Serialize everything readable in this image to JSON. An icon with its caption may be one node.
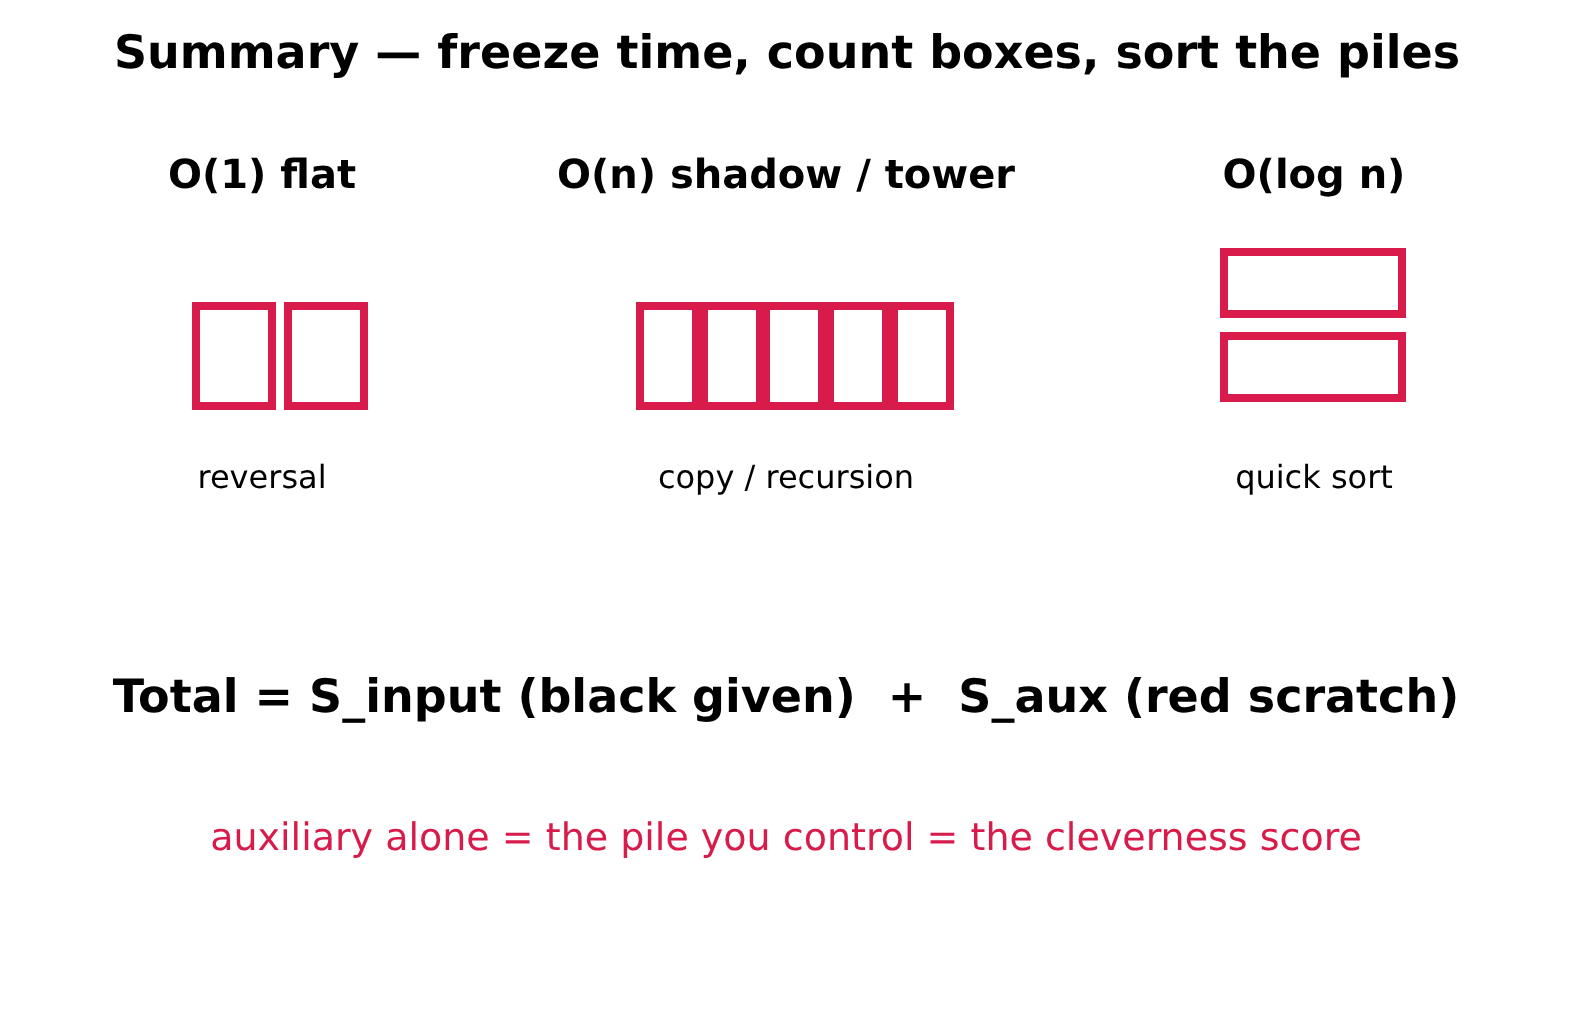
{
  "diagram": {
    "title": "Summary — freeze time, count boxes, sort the piles",
    "nodes": [
      {
        "text": [],
        "shape": "box"
      },
      {
        "text": [],
        "shape": "box"
      },
      {
        "text": [],
        "shape": "box"
      },
      {
        "text": [],
        "shape": "box"
      },
      {
        "text": [],
        "shape": "box"
      },
      {
        "text": [],
        "shape": "box"
      },
      {
        "text": [],
        "shape": "box"
      },
      {
        "text": [],
        "shape": "box"
      },
      {
        "text": [],
        "shape": "box"
      }
    ],
    "labels": [
      "O(1) flat",
      "O(n) shadow / tower",
      "O(log n)",
      "reversal",
      "copy / recursion",
      "quick sort",
      "Total = S_input (black given)  +  S_aux (red scratch)",
      "auxiliary alone = the pile you control = the cleverness score"
    ]
  }
}
